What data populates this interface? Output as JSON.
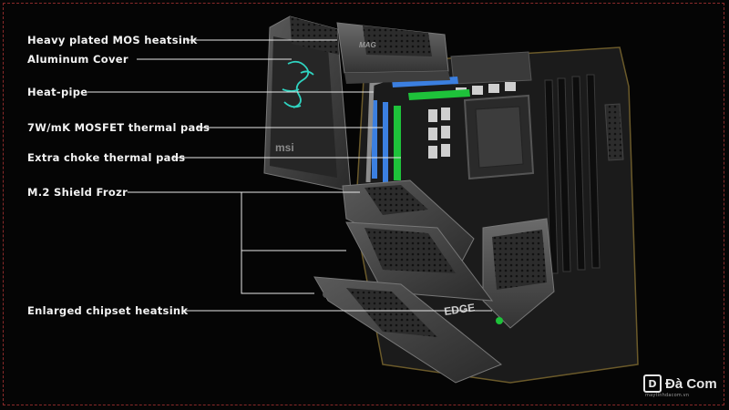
{
  "labels": [
    {
      "text": "Heavy plated MOS heatsink"
    },
    {
      "text": "Aluminum Cover"
    },
    {
      "text": "Heat-pipe"
    },
    {
      "text": "7W/mK MOSFET thermal pads"
    },
    {
      "text": "Extra choke thermal pads"
    },
    {
      "text": "M.2 Shield Frozr"
    },
    {
      "text": "Enlarged chipset heatsink"
    }
  ],
  "board": {
    "brand_top": "MAG",
    "brand_cover": "msi",
    "edge_text": "EDGE"
  },
  "watermark": {
    "brand": "Đà Com",
    "sub": "maytinhdacom.vn"
  },
  "colors": {
    "frame": "#8a2a2a",
    "pad_blue": "#3b7fe0",
    "pad_green": "#1ec23a",
    "dragon": "#2fd3c0"
  }
}
